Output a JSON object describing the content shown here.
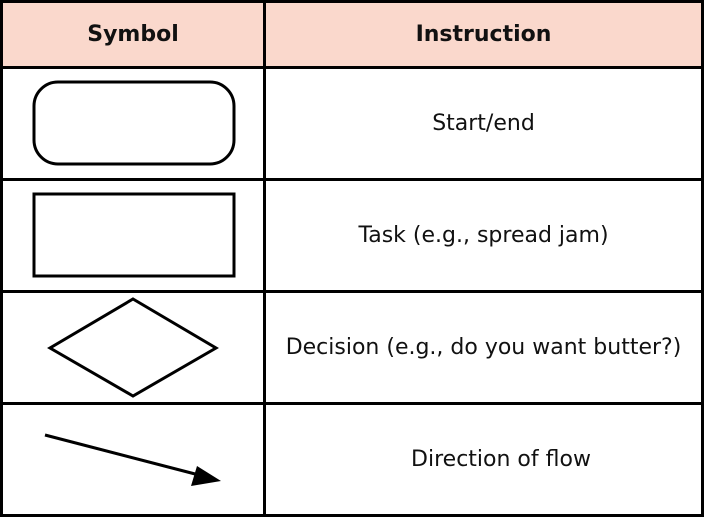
{
  "table": {
    "headers": {
      "symbol": "Symbol",
      "instruction": "Instruction"
    },
    "rows": [
      {
        "symbol_icon": "rounded-rectangle-terminator",
        "instruction": "Start/end"
      },
      {
        "symbol_icon": "rectangle-process",
        "instruction": "Task (e.g., spread jam)"
      },
      {
        "symbol_icon": "diamond-decision",
        "instruction": "Decision (e.g., do you want butter?)"
      },
      {
        "symbol_icon": "arrow-flow",
        "instruction": "Direction of flow"
      }
    ],
    "colors": {
      "header_background": "#fad8cc",
      "border": "#000000"
    }
  }
}
